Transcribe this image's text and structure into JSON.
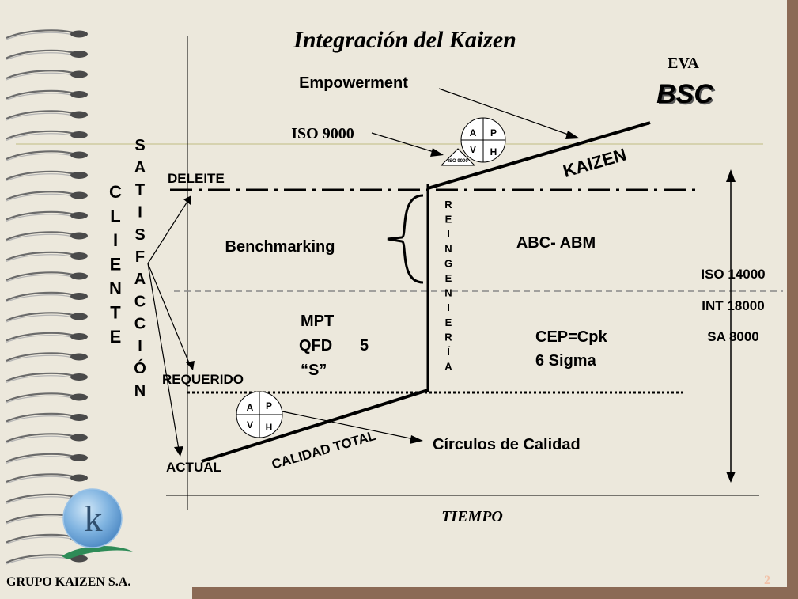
{
  "title": "Integración del Kaizen",
  "top_right": {
    "eva": "EVA",
    "bsc": "BSC"
  },
  "labels": {
    "empowerment": "Empowerment",
    "iso9000": "ISO 9000",
    "iso9000_small": "ISO 9000",
    "deleite": "DELEITE",
    "kaizen": "KAIZEN",
    "benchmarking": "Benchmarking",
    "abc_abm": "ABC- ABM",
    "iso14000": "ISO 14000",
    "int18000": "INT 18000",
    "sa8000": "SA 8000",
    "mpt": "MPT",
    "qfd": "QFD",
    "five": "5",
    "s": "“S”",
    "cep": "CEP=Cpk",
    "six_sigma": "6 Sigma",
    "requerido": "REQUERIDO",
    "actual": "ACTUAL",
    "calidad_total": "CALIDAD TOTAL",
    "circulos": "Círculos de Calidad",
    "tiempo": "TIEMPO"
  },
  "vertical_words": {
    "cliente": [
      "C",
      "L",
      "I",
      "E",
      "N",
      "T",
      "E"
    ],
    "satisfaccion": [
      "S",
      "A",
      "T",
      "I",
      "S",
      "F",
      "A",
      "C",
      "C",
      "I",
      "Ó",
      "N"
    ],
    "reingenieria": [
      "R",
      "E",
      "I",
      "N",
      "G",
      "E",
      "N",
      "I",
      "E",
      "R",
      "Í",
      "A"
    ]
  },
  "pdca": {
    "a": "A",
    "p": "P",
    "v": "V",
    "h": "H"
  },
  "footer": {
    "company": "GRUPO KAIZEN S.A.",
    "slide_number": "2"
  },
  "colors": {
    "frame": "#8b6a55",
    "slide": "#ece8dc",
    "ink": "#000000",
    "logo": "#5b9bd5",
    "logo_leaf": "#2e8b57",
    "slide_number": "#f2c2a8"
  }
}
